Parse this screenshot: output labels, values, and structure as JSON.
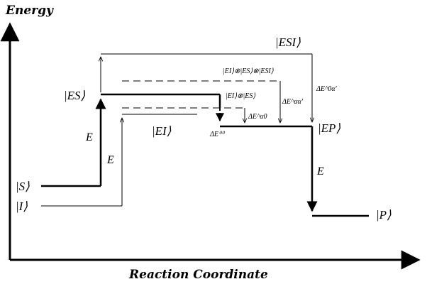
{
  "axes": {
    "y_label": "Energy",
    "x_label": "Reaction Coordinate"
  },
  "states": {
    "S": "|S⟩",
    "I": "|I⟩",
    "ES": "|ES⟩",
    "EI": "|EI⟩",
    "ESI": "|ESI⟩",
    "EP": "|EP⟩",
    "P": "|P⟩",
    "EI_x_ES": "|EI⟩⊗|ES⟩",
    "EI_x_ES_x_ESI": "|EI⟩⊗|ES⟩⊗|ESI⟩"
  },
  "transitions": {
    "E_upper": "E",
    "E_lower": "E",
    "E_right": "E"
  },
  "energy_gaps": {
    "dE00": "ΔE⁰⁰",
    "dEa0": "ΔE^α0",
    "dEaa": "ΔE^αα'",
    "dE0a": "ΔE^0α'"
  }
}
